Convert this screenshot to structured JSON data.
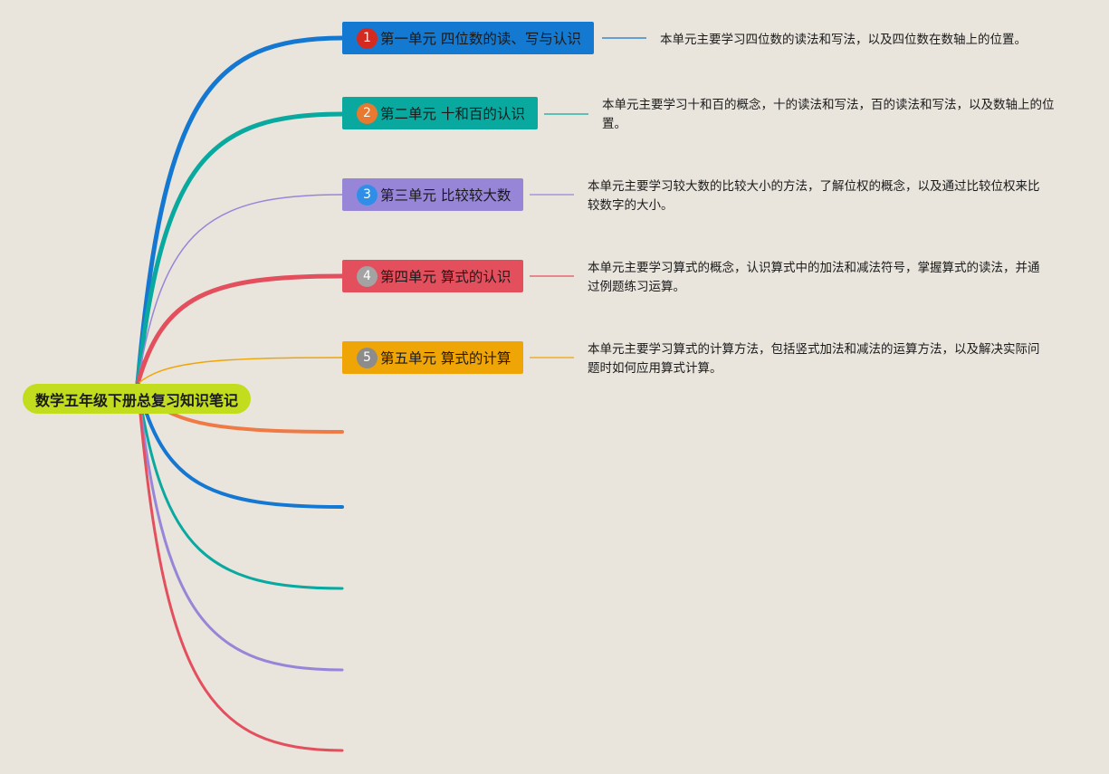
{
  "root": {
    "label": "数学五年级下册总复习知识笔记",
    "color": "#c1dd1d"
  },
  "units": [
    {
      "number": "1",
      "title": "第一单元 四位数的读、写与认识",
      "description": "本单元主要学习四位数的读法和写法，以及四位数在数轴上的位置。",
      "node_color": "#1479d0",
      "badge_color": "#d42a1f",
      "branch_color": "#1478d2"
    },
    {
      "number": "2",
      "title": "第二单元 十和百的认识",
      "description": "本单元主要学习十和百的概念，十的读法和写法，百的读法和写法，以及数轴上的位置。",
      "node_color": "#0aa9a0",
      "badge_color": "#e8792e",
      "branch_color": "#0aa9a0"
    },
    {
      "number": "3",
      "title": "第三单元 比较较大数",
      "description": "本单元主要学习较大数的比较大小的方法，了解位权的概念，以及通过比较位权来比较数字的大小。",
      "node_color": "#9786d8",
      "badge_color": "#2f8fe8",
      "branch_color": "#9786d8"
    },
    {
      "number": "4",
      "title": "第四单元 算式的认识",
      "description": "本单元主要学习算式的概念，认识算式中的加法和减法符号，掌握算式的读法，并通过例题练习运算。",
      "node_color": "#e44f5e",
      "badge_color": "#a3a3a3",
      "branch_color": "#e44f5e"
    },
    {
      "number": "5",
      "title": "第五单元 算式的计算",
      "description": "本单元主要学习算式的计算方法，包括竖式加法和减法的运算方法，以及解决实际问题时如何应用算式计算。",
      "node_color": "#f0a506",
      "badge_color": "#8c8c8c",
      "branch_color": "#f0a506"
    }
  ],
  "empty_branches": [
    {
      "color": "#f07a45"
    },
    {
      "color": "#1478d2"
    },
    {
      "color": "#0aa9a0"
    },
    {
      "color": "#9786d8"
    },
    {
      "color": "#e44f5e"
    }
  ]
}
